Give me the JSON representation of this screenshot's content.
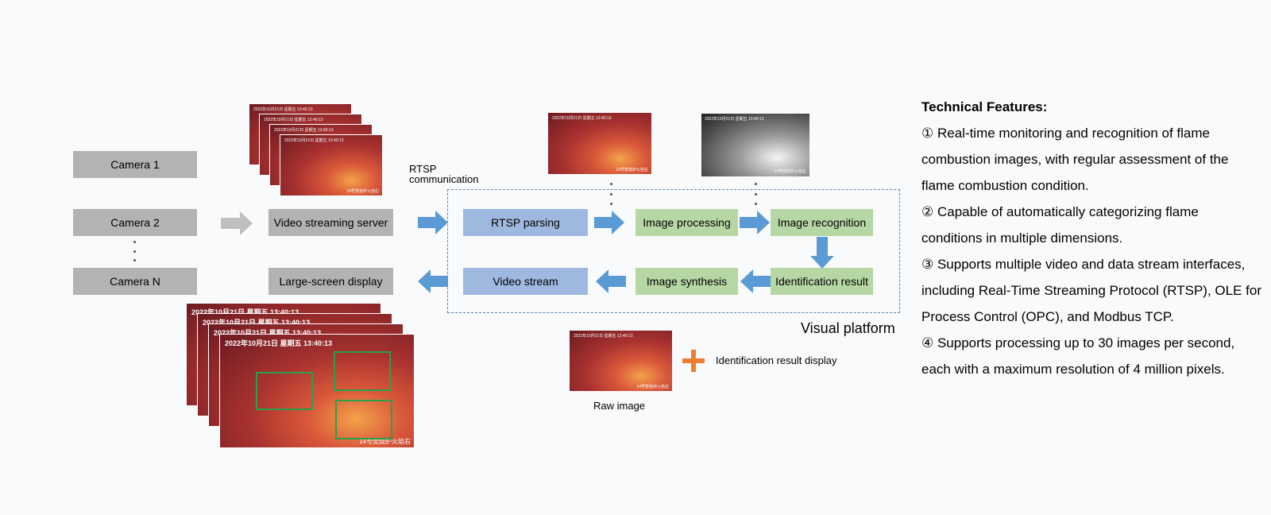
{
  "cameras": [
    "Camera 1",
    "Camera 2",
    "Camera N"
  ],
  "nodes": {
    "video_server": "Video streaming server",
    "large_screen": "Large-screen display",
    "rtsp_parsing": "RTSP parsing",
    "image_processing": "Image processing",
    "image_recognition": "Image recognition",
    "identification_result": "Identification result",
    "image_synthesis": "Image synthesis",
    "video_stream": "Video stream"
  },
  "rtsp_label": [
    "RTSP",
    "communication"
  ],
  "platform_label": "Visual platform",
  "raw_image_label": "Raw image",
  "result_display_label": "Identification result display",
  "frames": {
    "timestamp": "2022年10月21日  星期五  13:40:13",
    "watermark": "14号焚烧炉火焰右"
  },
  "features": {
    "title": "Technical Features:",
    "items": [
      "①  Real-time monitoring and recognition of flame combustion images, with regular assessment of the flame combustion condition.",
      "②  Capable of automatically categorizing flame conditions in multiple dimensions.",
      "③  Supports multiple video and data stream interfaces, including Real-Time Streaming Protocol (RTSP), OLE for Process Control (OPC), and Modbus TCP.",
      "④  Supports processing up to 30 images per second, each with a maximum resolution of 4 million pixels."
    ]
  },
  "colors": {
    "arrow_blue": "#5b9bd5",
    "arrow_gray": "#bfbfbf",
    "plus_orange": "#ed7d31",
    "detect_green": "#29a04a"
  }
}
